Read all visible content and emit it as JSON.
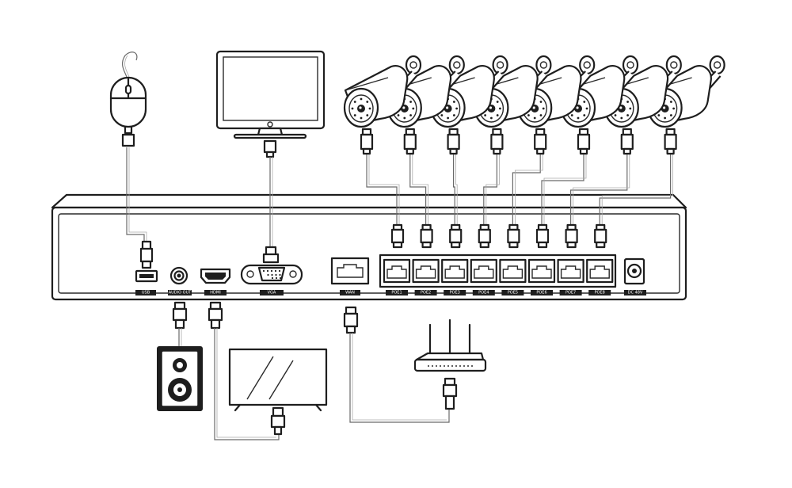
{
  "ports": {
    "usb": "USB",
    "audio_out": "AUDIO OUT",
    "hdmi": "HDMI",
    "vga": "VGA",
    "wan": "WAN",
    "poe": [
      "POE1",
      "POE2",
      "POE3",
      "POE4",
      "POE5",
      "POE6",
      "POE7",
      "POE8"
    ],
    "dc": "DC 48V"
  },
  "devices": {
    "cameras": 8,
    "mouse_icon": "mouse-icon",
    "monitor_icon": "monitor-icon",
    "speaker_icon": "speaker-icon",
    "tv_icon": "tv-icon",
    "router_icon": "router-icon",
    "camera_icon": "bullet-camera-icon"
  }
}
